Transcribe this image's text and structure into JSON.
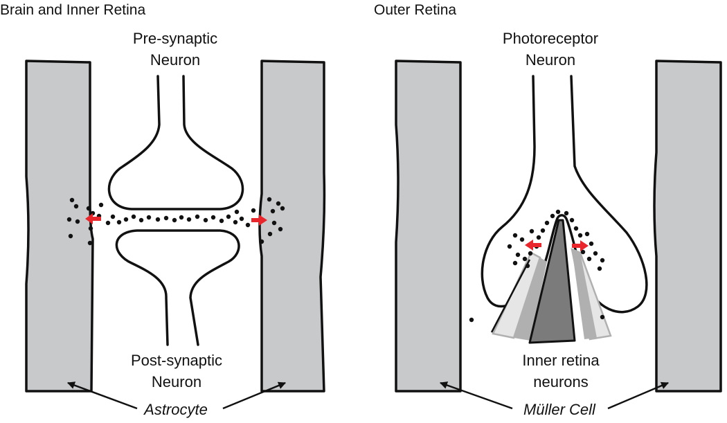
{
  "panels": {
    "left": {
      "title": "Brain and Inner Retina",
      "top_label": [
        "Pre-synaptic",
        "Neuron"
      ],
      "bottom_label": [
        "Post-synaptic",
        "Neuron"
      ],
      "glia_label": "Astrocyte"
    },
    "right": {
      "title": "Outer Retina",
      "top_label": [
        "Photoreceptor",
        "Neuron"
      ],
      "bottom_label": [
        "Inner retina",
        "neurons"
      ],
      "glia_label": "Müller Cell"
    }
  },
  "colors": {
    "glia_fill": "#c8c9cb",
    "outline": "#111111",
    "neurotransmitter_dot": "#111111",
    "uptake_arrow": "#e8262b",
    "inner_neuron_light": "#e6e6e6",
    "inner_neuron_mid": "#b0b0b0",
    "inner_neuron_dark": "#7b7b7b"
  }
}
